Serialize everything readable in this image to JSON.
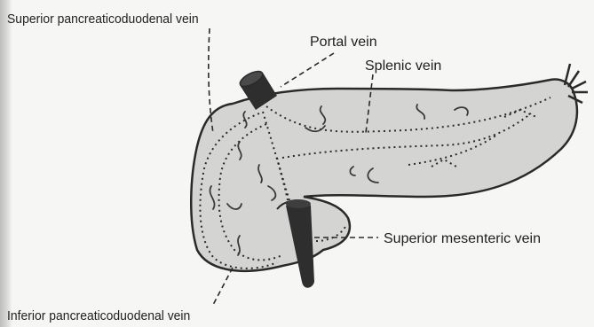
{
  "labels": {
    "superior_pancreaticoduodenal_vein": "Superior pancreaticoduodenal vein",
    "portal_vein": "Portal vein",
    "splenic_vein": "Splenic vein",
    "superior_mesenteric_vein": "Superior mesenteric vein",
    "inferior_pancreaticoduodenal_vein": "Inferior pancreaticoduodenal vein"
  },
  "colors": {
    "pancreas_fill": "#d4d4d2",
    "outline": "#2a2a2a",
    "vein_fill": "#2e2e2e",
    "background": "#f6f6f4"
  }
}
